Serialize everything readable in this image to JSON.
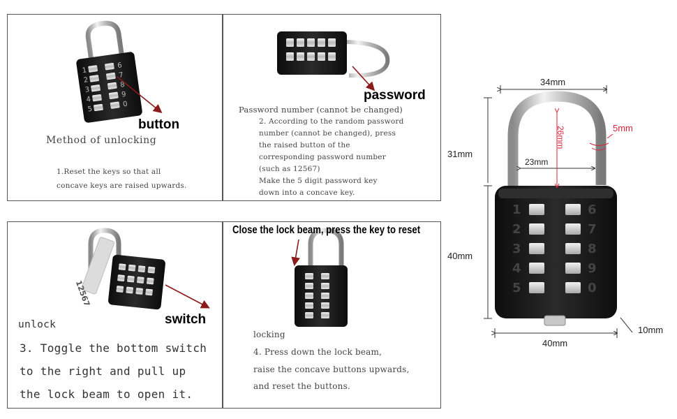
{
  "panels": {
    "top_left": {
      "callout": "button",
      "heading": "Method of unlocking",
      "lines": [
        "1.Reset the keys so that all",
        "concave keys are raised upwards."
      ]
    },
    "top_right": {
      "callout": "password",
      "heading": "Password number (cannot be changed)",
      "lines": [
        "2. According to the random password",
        "number (cannot be changed), press",
        "the raised button of the",
        "corresponding password number",
        "(such as 12567)",
        "Make the 5 digit password key",
        "down into a concave key."
      ],
      "tag_number": "12567"
    },
    "bottom_left": {
      "callout": "switch",
      "heading": "unlock",
      "lines": [
        "3. Toggle the bottom switch",
        "to the right and pull up",
        "the lock beam to open it."
      ]
    },
    "bottom_right": {
      "callout": "Close the lock beam, press the key to reset",
      "heading": "locking",
      "lines": [
        "4. Press down the lock beam,",
        "raise the concave buttons upwards,",
        "and reset the buttons."
      ]
    }
  },
  "keypad": {
    "left_digits": [
      "1",
      "2",
      "3",
      "4",
      "5"
    ],
    "right_digits": [
      "6",
      "7",
      "8",
      "9",
      "0"
    ]
  },
  "dimensions": {
    "shackle_width": "34mm",
    "shackle_inner_height": "26mm",
    "shackle_inner_width": "23mm",
    "shackle_diameter": "5mm",
    "shackle_height": "31mm",
    "body_height": "40mm",
    "body_width": "40mm",
    "body_depth": "10mm"
  },
  "colors": {
    "arrow": "#8b1a1a",
    "body": "#1b1b1b",
    "shackle": "#c9c9c9",
    "dim_red": "#d9233a"
  }
}
